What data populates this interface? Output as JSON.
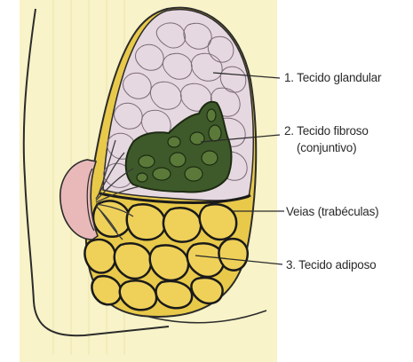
{
  "colors": {
    "background": "#ffffff",
    "skin_background": "#f8f3c8",
    "glandular_fill": "#e6d8e0",
    "glandular_lines": "#7a6a78",
    "fibrous_fill": "#3f5a2a",
    "fibrous_dark": "#1c2b12",
    "adipose_fill": "#e8c94a",
    "trabecula_lines": "#1a1a1a",
    "areola_fill": "#e9b9b9",
    "outline": "#2b2b2b",
    "leader_line": "#2b2b2b",
    "label_text": "#2a2a2a"
  },
  "labels": {
    "glandular": "1. Tecido glandular",
    "fibrous_line1": "2. Tecido fibroso",
    "fibrous_line2": "(conjuntivo)",
    "trabeculae": "Veias (trabéculas)",
    "adipose": "3. Tecido adiposo"
  },
  "icons": {
    "illustration": "breast-anatomy-illustration"
  }
}
